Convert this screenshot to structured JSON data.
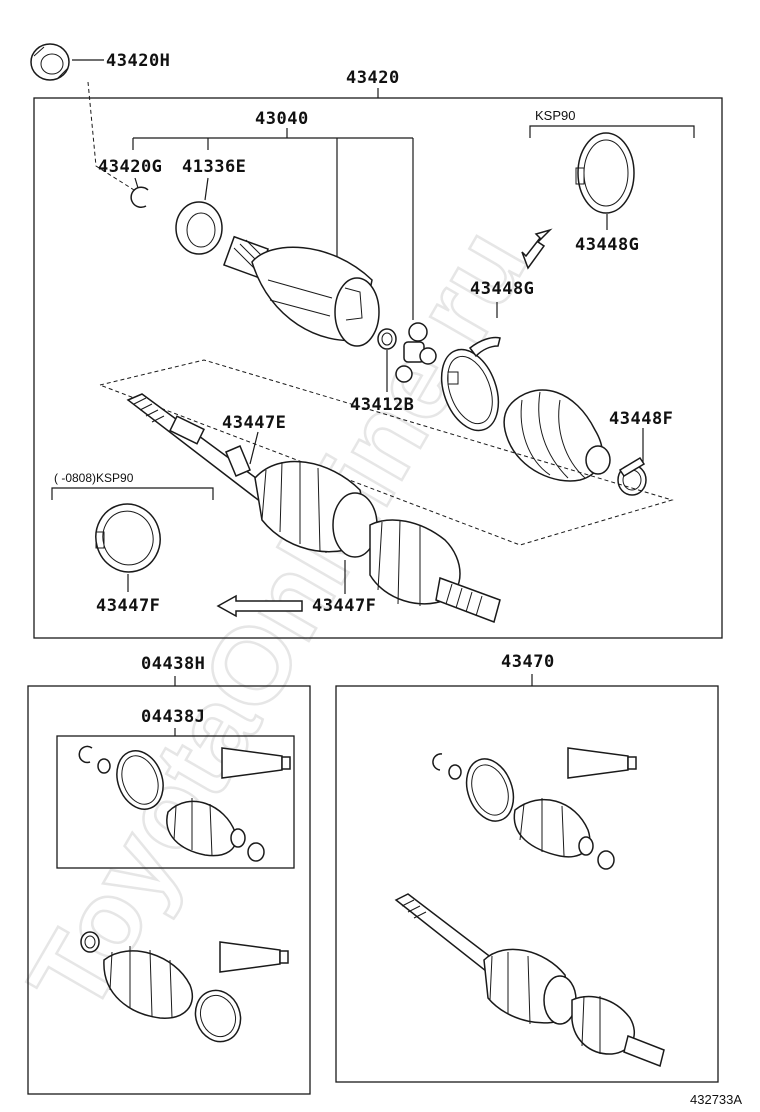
{
  "watermark": "ToyotaOnMine.ru",
  "figure_code": "432733A",
  "callouts": {
    "p43420H": "43420H",
    "p43420": "43420",
    "p43040": "43040",
    "p43420G": "43420G",
    "p41336E": "41336E",
    "p43448G_top": "43448G",
    "p43448G_mid": "43448G",
    "p43412B": "43412B",
    "p43448F": "43448F",
    "p43447E": "43447E",
    "p43447F_left": "43447F",
    "p43447F_mid": "43447F",
    "p04438H": "04438H",
    "p04438J": "04438J",
    "p43470": "43470"
  },
  "notes": {
    "ksp90_top": "KSP90",
    "ksp90_left": "(     -0808)KSP90"
  }
}
